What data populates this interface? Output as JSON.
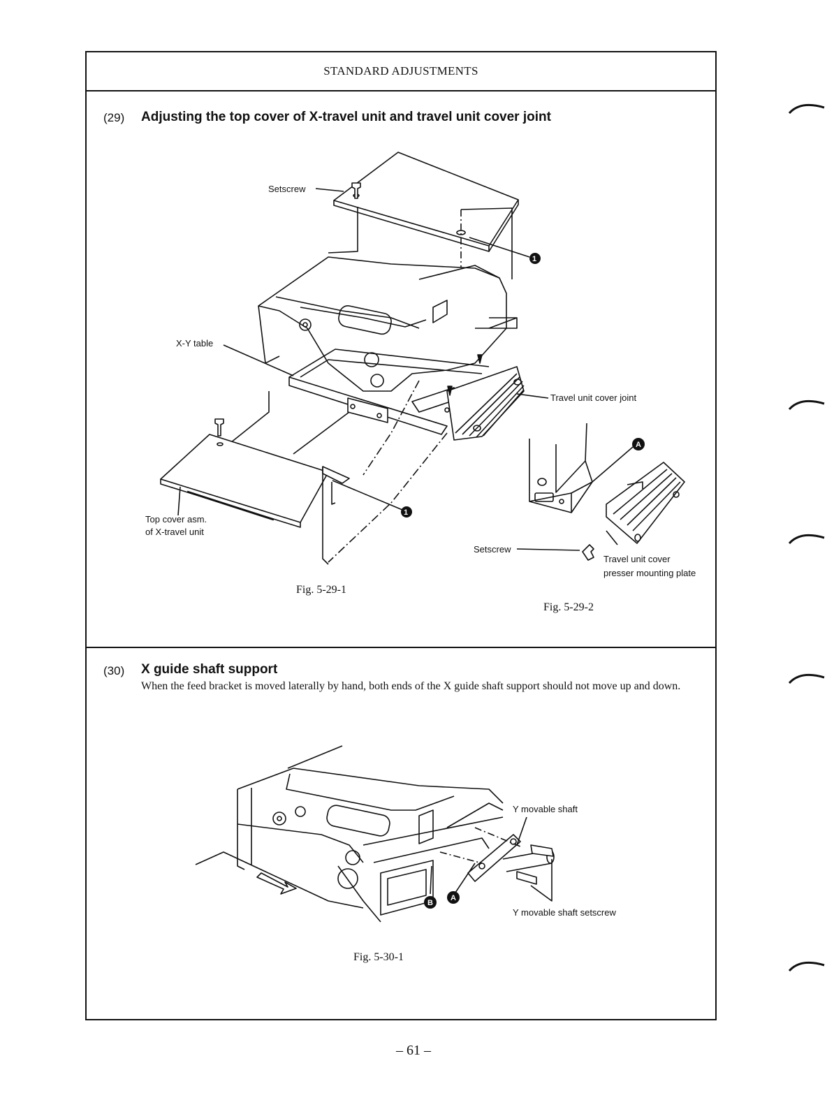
{
  "header": {
    "title": "STANDARD ADJUSTMENTS"
  },
  "section29": {
    "number": "(29)",
    "title": "Adjusting the top cover of X-travel unit and travel unit cover joint",
    "fig1": {
      "caption": "Fig. 5-29-1",
      "labels": {
        "setscrew": "Setscrew",
        "xy_table": "X-Y table",
        "top_cover_line1": "Top cover asm.",
        "top_cover_line2": "of X-travel unit",
        "marker": "1"
      }
    },
    "fig2": {
      "caption": "Fig. 5-29-2",
      "labels": {
        "travel_joint": "Travel unit cover joint",
        "setscrew": "Setscrew",
        "presser_line1": "Travel unit cover",
        "presser_line2": "presser mounting plate",
        "marker": "A"
      }
    }
  },
  "section30": {
    "number": "(30)",
    "title": "X guide shaft support",
    "body": "When the feed bracket is moved laterally by hand, both ends of the X guide shaft support should not move up and down.",
    "fig1": {
      "caption": "Fig. 5-30-1",
      "labels": {
        "y_shaft": "Y movable shaft",
        "y_setscrew": "Y movable shaft setscrew",
        "marker_b": "B",
        "marker_a": "A"
      }
    }
  },
  "footer": {
    "page": "– 61 –"
  }
}
